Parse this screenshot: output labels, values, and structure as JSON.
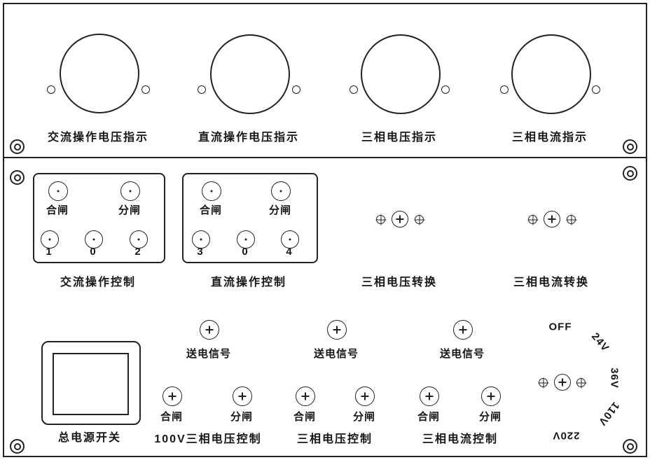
{
  "colors": {
    "line": "#222222",
    "background": "#ffffff"
  },
  "meters": [
    {
      "label": "交流操作电压指示"
    },
    {
      "label": "直流操作电压指示"
    },
    {
      "label": "三相电压指示"
    },
    {
      "label": "三相电流指示"
    }
  ],
  "control_boxes": [
    {
      "label": "交流操作控制",
      "close": "合闸",
      "open": "分闸",
      "positions": [
        "1",
        "0",
        "2"
      ]
    },
    {
      "label": "直流操作控制",
      "close": "合闸",
      "open": "分闸",
      "positions": [
        "3",
        "0",
        "4"
      ]
    }
  ],
  "selectors": [
    {
      "label": "三相电压转换"
    },
    {
      "label": "三相电流转换"
    }
  ],
  "main_switch": {
    "label": "总电源开关"
  },
  "signal_lamps": [
    {
      "label": "送电信号"
    },
    {
      "label": "送电信号"
    },
    {
      "label": "送电信号"
    }
  ],
  "bottom_controls": [
    {
      "label": "100V三相电压控制",
      "close": "合闸",
      "open": "分闸"
    },
    {
      "label": "三相电压控制",
      "close": "合闸",
      "open": "分闸"
    },
    {
      "label": "三相电流控制",
      "close": "合闸",
      "open": "分闸"
    }
  ],
  "rotary_switch": {
    "positions": [
      "OFF",
      "24V",
      "36V",
      "110V",
      "220V"
    ]
  }
}
